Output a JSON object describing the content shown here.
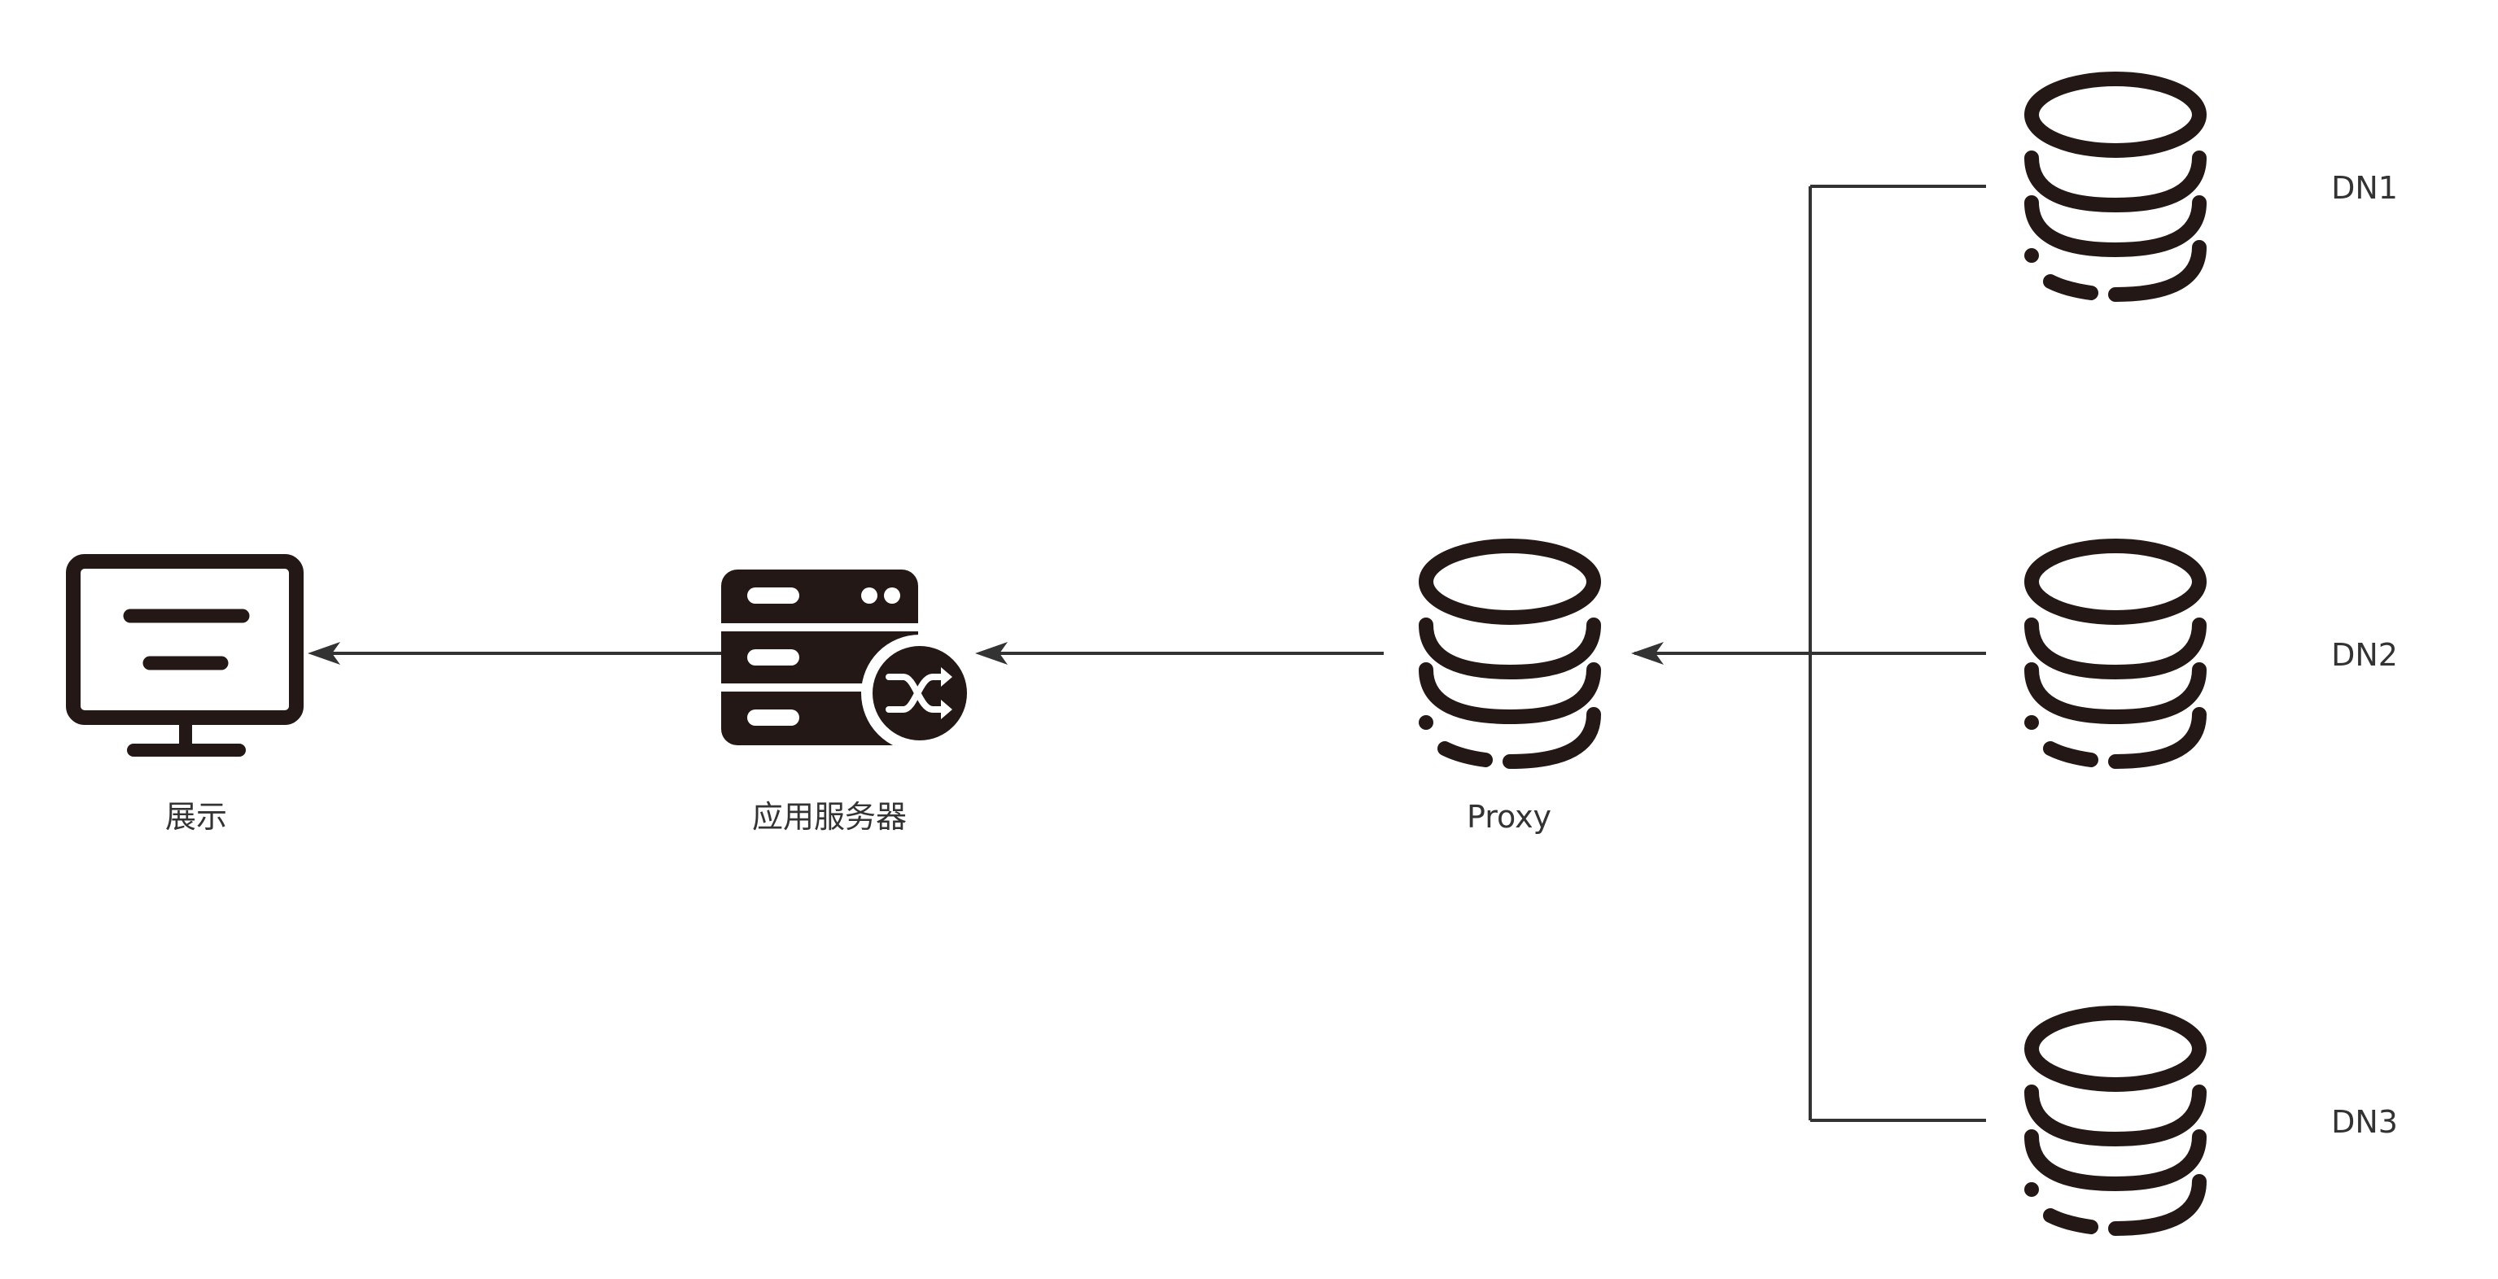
{
  "nodes": {
    "display": {
      "label": "展示",
      "icon": "monitor-icon"
    },
    "app_server": {
      "label": "应用服务器",
      "icon": "server-shuffle-icon"
    },
    "proxy": {
      "label": "Proxy",
      "icon": "database-icon"
    },
    "dn1": {
      "label": "DN1",
      "icon": "database-icon"
    },
    "dn2": {
      "label": "DN2",
      "icon": "database-icon"
    },
    "dn3": {
      "label": "DN3",
      "icon": "database-icon"
    }
  },
  "edges": [
    {
      "from": "dn1",
      "to": "proxy"
    },
    {
      "from": "dn2",
      "to": "proxy"
    },
    {
      "from": "dn3",
      "to": "proxy"
    },
    {
      "from": "proxy",
      "to": "app_server"
    },
    {
      "from": "app_server",
      "to": "display"
    }
  ],
  "colors": {
    "icon": "#231815",
    "line": "#333333",
    "text": "#333333",
    "background": "#ffffff"
  }
}
